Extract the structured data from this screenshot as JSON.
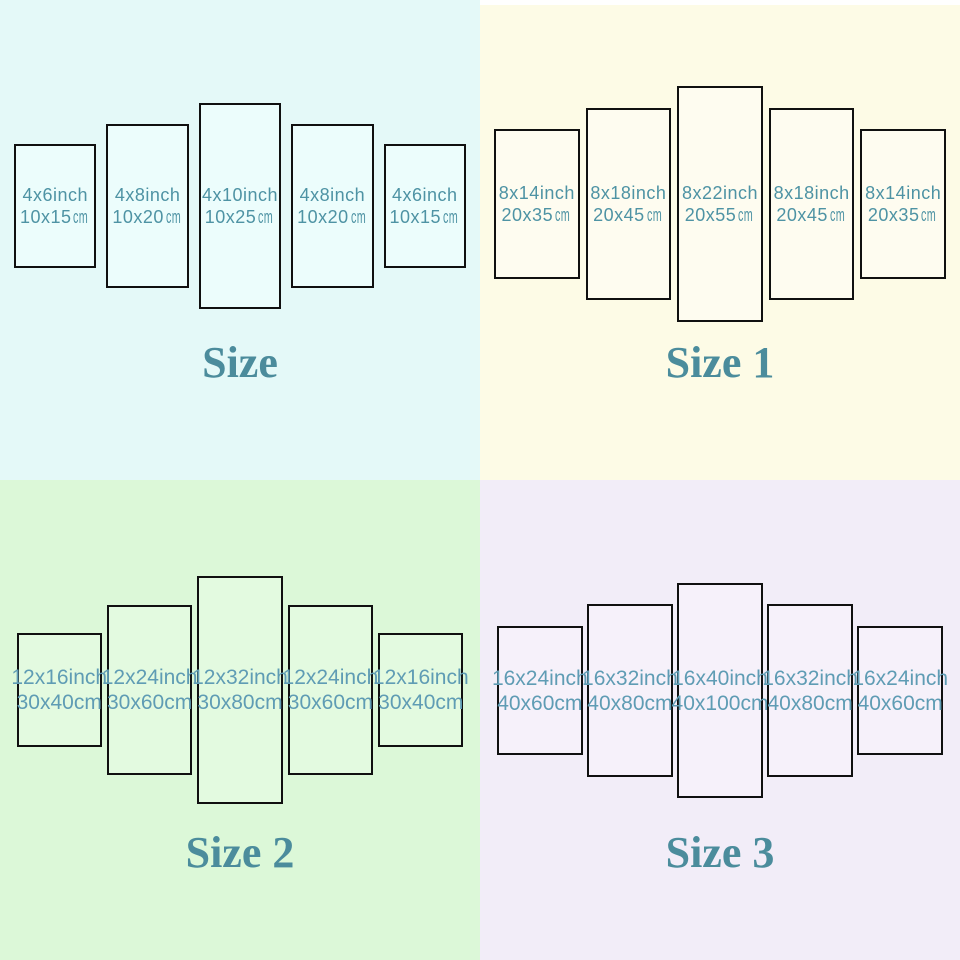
{
  "title_color": "#4b8c9c",
  "quadrants": [
    {
      "title": "Size",
      "colors": {
        "background": "#e4f9f8",
        "panel_fill": "#ecfdfc",
        "size_text": "#4e93a4"
      },
      "panels": [
        {
          "inches": "4x6inch",
          "cm": "10x15",
          "unit": "cm",
          "w": 4,
          "h": 6
        },
        {
          "inches": "4x8inch",
          "cm": "10x20",
          "unit": "cm",
          "w": 4,
          "h": 8
        },
        {
          "inches": "4x10inch",
          "cm": "10x25",
          "unit": "cm",
          "w": 4,
          "h": 10
        },
        {
          "inches": "4x8inch",
          "cm": "10x20",
          "unit": "cm",
          "w": 4,
          "h": 8
        },
        {
          "inches": "4x6inch",
          "cm": "10x15",
          "unit": "cm",
          "w": 4,
          "h": 6
        }
      ]
    },
    {
      "title": "Size 1",
      "colors": {
        "background": "#fdfbe6",
        "panel_fill": "#fefcf0",
        "size_text": "#4e93a4"
      },
      "panels": [
        {
          "inches": "8x14inch",
          "cm": "20x35",
          "unit": "cm",
          "w": 8,
          "h": 14
        },
        {
          "inches": "8x18inch",
          "cm": "20x45",
          "unit": "cm",
          "w": 8,
          "h": 18
        },
        {
          "inches": "8x22inch",
          "cm": "20x55",
          "unit": "cm",
          "w": 8,
          "h": 22
        },
        {
          "inches": "8x18inch",
          "cm": "20x45",
          "unit": "cm",
          "w": 8,
          "h": 18
        },
        {
          "inches": "8x14inch",
          "cm": "20x35",
          "unit": "cm",
          "w": 8,
          "h": 14
        }
      ]
    },
    {
      "title": "Size 2",
      "colors": {
        "background": "#dcf8d8",
        "panel_fill": "#e3fae0",
        "size_text": "#5f9cb4"
      },
      "panels": [
        {
          "inches": "12x16inch",
          "cm": "30x40",
          "unit": "cm",
          "w": 12,
          "h": 16
        },
        {
          "inches": "12x24inch",
          "cm": "30x60",
          "unit": "cm",
          "w": 12,
          "h": 24
        },
        {
          "inches": "12x32inch",
          "cm": "30x80",
          "unit": "cm",
          "w": 12,
          "h": 32
        },
        {
          "inches": "12x24inch",
          "cm": "30x60",
          "unit": "cm",
          "w": 12,
          "h": 24
        },
        {
          "inches": "12x16inch",
          "cm": "30x40",
          "unit": "cm",
          "w": 12,
          "h": 16
        }
      ]
    },
    {
      "title": "Size 3",
      "colors": {
        "background": "#f2edf8",
        "panel_fill": "#f6f1fa",
        "size_text": "#5f9cb4"
      },
      "panels": [
        {
          "inches": "16x24inch",
          "cm": "40x60",
          "unit": "cm",
          "w": 16,
          "h": 24
        },
        {
          "inches": "16x32inch",
          "cm": "40x80",
          "unit": "cm",
          "w": 16,
          "h": 32
        },
        {
          "inches": "16x40inch",
          "cm": "40x100",
          "unit": "cm",
          "w": 16,
          "h": 40
        },
        {
          "inches": "16x32inch",
          "cm": "40x80",
          "unit": "cm",
          "w": 16,
          "h": 32
        },
        {
          "inches": "16x24inch",
          "cm": "40x60",
          "unit": "cm",
          "w": 16,
          "h": 24
        }
      ]
    }
  ]
}
